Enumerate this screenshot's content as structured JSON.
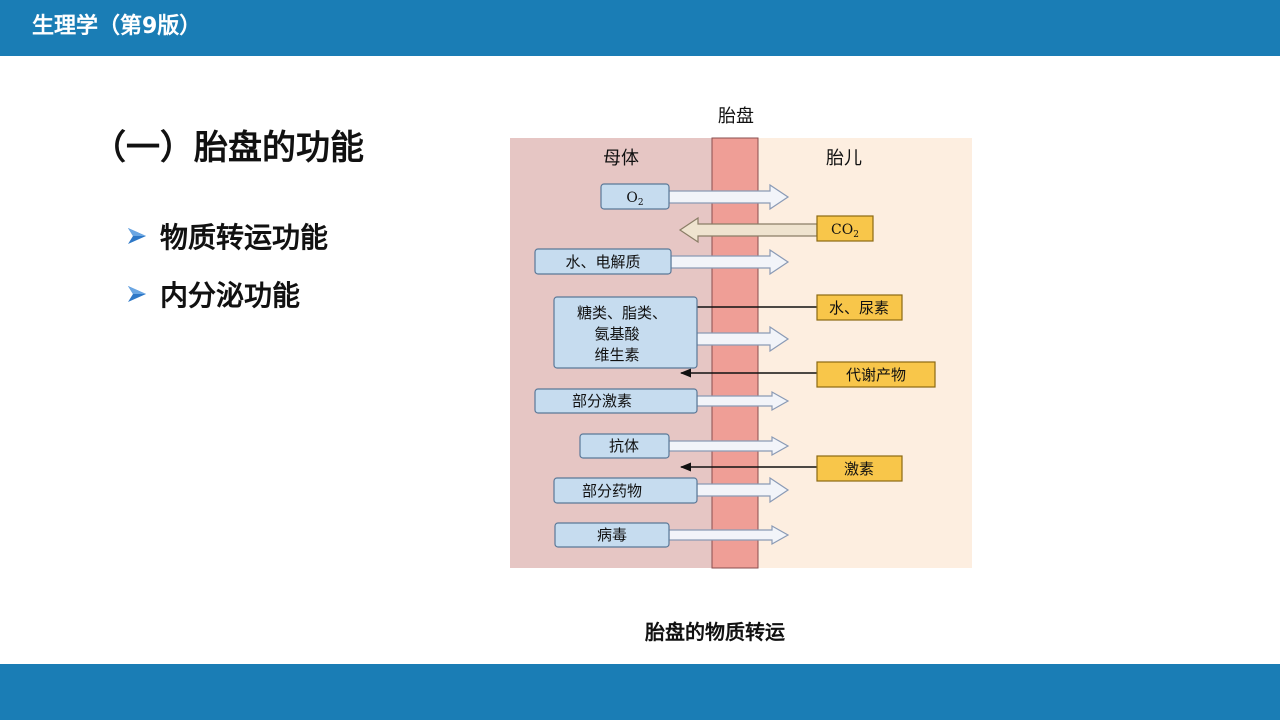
{
  "header": {
    "book_title": "生理学（第9版）"
  },
  "section": {
    "heading": "（一）胎盘的功能"
  },
  "bullets": [
    {
      "label": "物质转运功能"
    },
    {
      "label": "内分泌功能"
    }
  ],
  "figure": {
    "caption": "胎盘的物质转运",
    "placenta_label": "胎盘",
    "maternal_label": "母体",
    "fetal_label": "胎儿",
    "colors": {
      "maternal_bg": "#e6c6c4",
      "fetal_bg": "#fdeee0",
      "placenta_band": "#ef9e96",
      "maternal_box": "#c6dcef",
      "fetal_box": "#f8c64a"
    },
    "maternal_items": [
      {
        "label": "O2",
        "direction": "to-fetus"
      },
      {
        "label": "水、电解质",
        "direction": "to-fetus"
      },
      {
        "label": "糖类、脂类、",
        "line2": "氨基酸",
        "line3": "维生素",
        "direction": "to-fetus"
      },
      {
        "label": "部分激素",
        "direction": "to-fetus"
      },
      {
        "label": "抗体",
        "direction": "to-fetus"
      },
      {
        "label": "部分药物",
        "direction": "to-fetus"
      },
      {
        "label": "病毒",
        "direction": "to-fetus"
      }
    ],
    "fetal_items": [
      {
        "label": "CO2",
        "direction": "to-mother"
      },
      {
        "label": "水、尿素",
        "direction": "to-mother"
      },
      {
        "label": "代谢产物",
        "direction": "to-mother"
      },
      {
        "label": "激素",
        "direction": "to-mother"
      }
    ]
  }
}
